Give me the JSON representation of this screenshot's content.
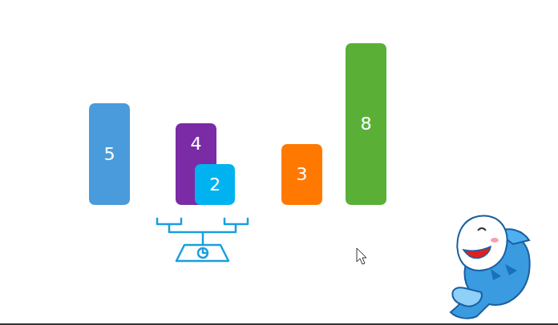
{
  "diagram": {
    "nodes": [
      {
        "text": [
          "5"
        ]
      },
      {
        "text": [
          "4"
        ]
      },
      {
        "text": [
          "2"
        ]
      },
      {
        "text": [
          "3"
        ]
      },
      {
        "text": [
          "8"
        ]
      }
    ]
  }
}
